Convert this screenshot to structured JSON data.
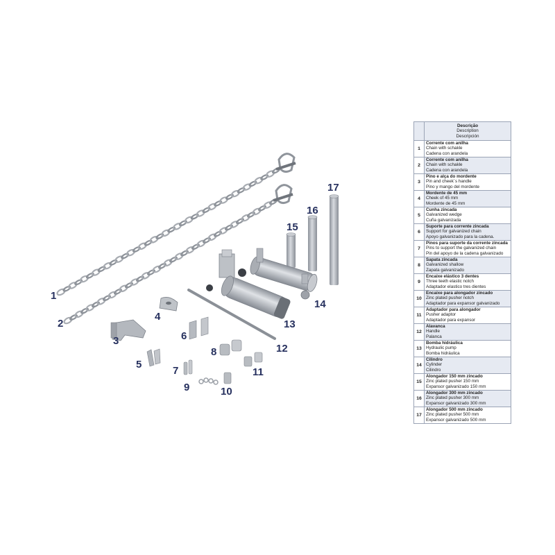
{
  "callouts": [
    "1",
    "2",
    "3",
    "4",
    "5",
    "6",
    "7",
    "8",
    "9",
    "10",
    "11",
    "12",
    "13",
    "14",
    "15",
    "16",
    "17"
  ],
  "table": {
    "header": [
      "Descrição",
      "Description",
      "Descripción"
    ],
    "rows": [
      {
        "num": "1",
        "pt": "Corrente com anilha",
        "en": "Chain with schakle",
        "es": "Cadena con arandela"
      },
      {
        "num": "2",
        "pt": "Corrente com anilha",
        "en": "Chain with schakle",
        "es": "Cadena con arandela"
      },
      {
        "num": "3",
        "pt": "Pino e alça do mordente",
        "en": "Pin and cheek´s handle",
        "es": "Pino y mango del mordente"
      },
      {
        "num": "4",
        "pt": "Mordente de 45 mm",
        "en": "Cheek of 45 mm",
        "es": "Mordente de 45 mm"
      },
      {
        "num": "5",
        "pt": "Cunha zincada",
        "en": "Galvanized wedge",
        "es": "Cuña galvanizada"
      },
      {
        "num": "6",
        "pt": "Suporte para corrente zincada",
        "en": "Support for galvanized chain",
        "es": "Apoyo galvanizado para la cadena."
      },
      {
        "num": "7",
        "pt": "Pinos para suporte da corrente zincada",
        "en": "Pins to support the galvanized chain",
        "es": "Pin del apoyo de la cadena galvanizado"
      },
      {
        "num": "8",
        "pt": "Sapata zincada",
        "en": "Galvanized shallow",
        "es": "Zapata galvanizado"
      },
      {
        "num": "9",
        "pt": "Encaixe elástico 3 dentes",
        "en": "Three teeth elastic notch",
        "es": "Adaptador elastico tres dientes"
      },
      {
        "num": "10",
        "pt": "Encaixe para alongador zincado",
        "en": "Zinc plated pusher notch",
        "es": "Adaptador para expansor galvanizado"
      },
      {
        "num": "11",
        "pt": "Adaptador para alongador",
        "en": "Pusher adaptor",
        "es": "Adaptador para expansor"
      },
      {
        "num": "12",
        "pt": "Alavanca",
        "en": "Handle",
        "es": "Palanca"
      },
      {
        "num": "13",
        "pt": "Bomba hidráulica",
        "en": "Hydraulic pump",
        "es": "Bomba hidráulica"
      },
      {
        "num": "14",
        "pt": "Cilindro",
        "en": "Cylinder",
        "es": "Cilindro"
      },
      {
        "num": "15",
        "pt": "Alongador 150 mm zincado",
        "en": "Zinc plated pusher 150 mm",
        "es": "Expansor galvanizado 150 mm"
      },
      {
        "num": "16",
        "pt": "Alongador 300 mm zincado",
        "en": "Zinc plated pusher 300 mm",
        "es": "Expansor galvanizado 300 mm"
      },
      {
        "num": "17",
        "pt": "Alongador 500 mm zincado",
        "en": "Zinc plated pusher 500 mm",
        "es": "Expansor galvanizado 500 mm"
      }
    ]
  },
  "colors": {
    "callout": "#26305e",
    "table_header_bg": "#e6eaf2",
    "table_border": "#9aa3b5",
    "metal": "#b9bdc3"
  }
}
